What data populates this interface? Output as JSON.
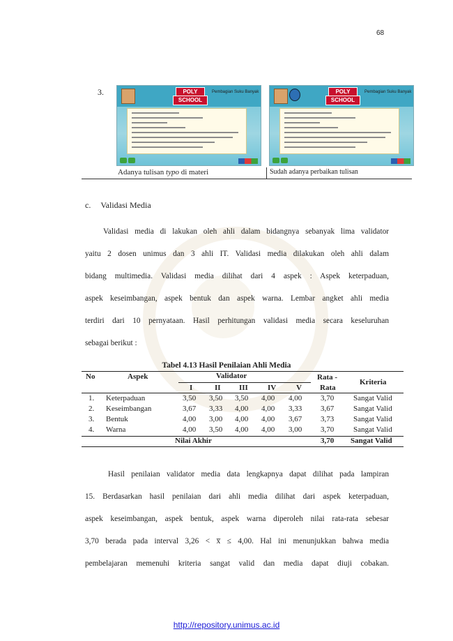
{
  "page_number": "68",
  "comparison": {
    "item_number": "3.",
    "screen_left": {
      "poly": "POLY",
      "school": "SCHOOL",
      "topic": "Pembagian Suku Banyak"
    },
    "screen_right": {
      "poly": "POLY",
      "school": "SCHOOL",
      "topic": "Pembagian Suku Banyak"
    },
    "caption_left_pre": "Adanya tulisan ",
    "caption_left_italic": "typo",
    "caption_left_post": " di materi",
    "caption_right": "Sudah adanya perbaikan tulisan"
  },
  "section": {
    "letter": "c.",
    "title": "Validasi Media"
  },
  "paragraph1": [
    "Validasi media di lakukan oleh ahli dalam bidangnya sebanyak lima validator",
    "yaitu 2 dosen unimus dan 3 ahli IT. Validasi media dilakukan oleh ahli dalam",
    "bidang multimedia. Validasi media dilihat dari 4 aspek : Aspek keterpaduan,",
    "aspek keseimbangan, aspek bentuk dan aspek warna. Lembar angket ahli media",
    "terdiri dari 10 pernyataan. Hasil perhitungan validasi media secara keseluruhan",
    "sebagai berikut :"
  ],
  "table": {
    "caption": "Tabel 4.13  Hasil Penilaian Ahli Media",
    "headers": {
      "no": "No",
      "aspek": "Aspek",
      "validator": "Validator",
      "rata1": "Rata -",
      "rata2": "Rata",
      "kriteria": "Kriteria",
      "roman": [
        "I",
        "II",
        "III",
        "IV",
        "V"
      ]
    },
    "rows": [
      {
        "no": "1.",
        "aspek": "Keterpaduan",
        "v": [
          "3,50",
          "3,50",
          "3,50",
          "4,00",
          "4,00"
        ],
        "rata": "3,70",
        "kriteria": "Sangat Valid"
      },
      {
        "no": "2.",
        "aspek": "Keseimbangan",
        "v": [
          "3,67",
          "3,33",
          "4,00",
          "4,00",
          "3,33"
        ],
        "rata": "3,67",
        "kriteria": "Sangat Valid"
      },
      {
        "no": "3.",
        "aspek": "Bentuk",
        "v": [
          "4,00",
          "3,00",
          "4,00",
          "4,00",
          "3,67"
        ],
        "rata": "3,73",
        "kriteria": "Sangat Valid"
      },
      {
        "no": "4.",
        "aspek": "Warna",
        "v": [
          "4,00",
          "3,50",
          "4,00",
          "4,00",
          "3,00"
        ],
        "rata": "3,70",
        "kriteria": "Sangat Valid"
      }
    ],
    "footer": {
      "label": "Nilai Akhir",
      "rata": "3,70",
      "kriteria": "Sangat Valid"
    }
  },
  "paragraph2": [
    "Hasil penilaian validator media data lengkapnya dapat dilihat pada lampiran",
    "15. Berdasarkan  hasil penilaian  dari ahli media dilihat dari aspek keterpaduan,",
    "aspek keseimbangan, aspek bentuk, aspek warna diperoleh nilai rata-rata sebesar",
    "3,70 berada pada interval 3,26 < x̅ ≤ 4,00. Hal ini menunjukkan bahwa media",
    "pembelajaran memenuhi kriteria sangat valid dan media dapat diuji cobakan."
  ],
  "footer_link": "http://repository.unimus.ac.id"
}
